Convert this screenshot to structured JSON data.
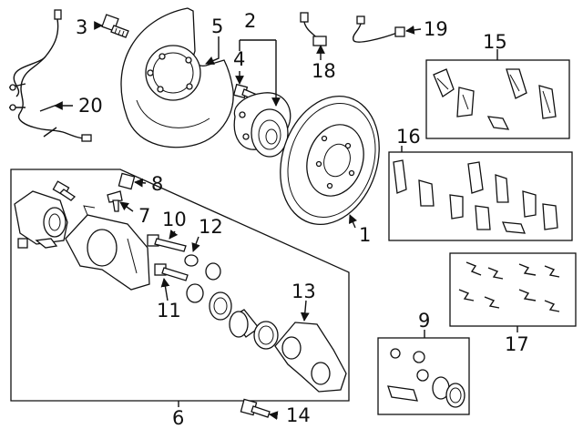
{
  "diagram": {
    "callouts": {
      "c1": "1",
      "c2": "2",
      "c3": "3",
      "c4": "4",
      "c5": "5",
      "c6": "6",
      "c7": "7",
      "c8": "8",
      "c9": "9",
      "c10": "10",
      "c11": "11",
      "c12": "12",
      "c13": "13",
      "c14": "14",
      "c15": "15",
      "c16": "16",
      "c17": "17",
      "c18": "18",
      "c19": "19",
      "c20": "20"
    },
    "colors": {
      "line": "#111111",
      "background": "#ffffff"
    }
  }
}
